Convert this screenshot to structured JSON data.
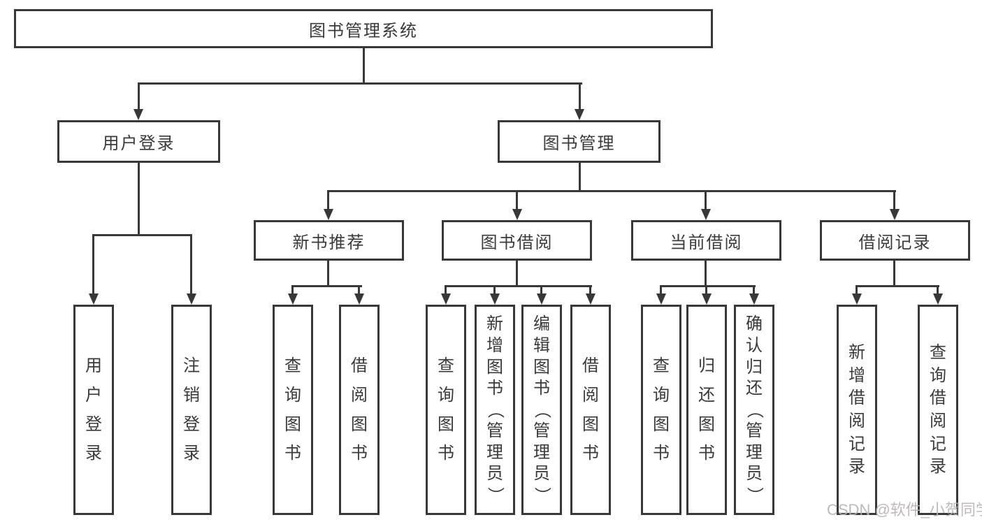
{
  "tree": {
    "root": "图书管理系统",
    "branches": [
      {
        "label": "用户登录",
        "leaves": [
          "用户登录",
          "注销登录"
        ]
      },
      {
        "label": "图书管理",
        "groups": [
          {
            "label": "新书推荐",
            "leaves": [
              "查询图书",
              "借阅图书"
            ]
          },
          {
            "label": "图书借阅",
            "leaves": [
              "查询图书",
              "新增图书（管理员）",
              "编辑图书（管理员）",
              "借阅图书"
            ]
          },
          {
            "label": "当前借阅",
            "leaves": [
              "查询图书",
              "归还图书",
              "确认归还（管理员）"
            ]
          },
          {
            "label": "借阅记录",
            "leaves": [
              "新增借阅记录",
              "查询借阅记录"
            ]
          }
        ]
      }
    ]
  },
  "watermark": "CSDN @软件_小贺同学",
  "colors": {
    "line": "#383838",
    "text": "#3a3a3a",
    "watermark": "#b7b3b3",
    "background": "#ffffff"
  }
}
